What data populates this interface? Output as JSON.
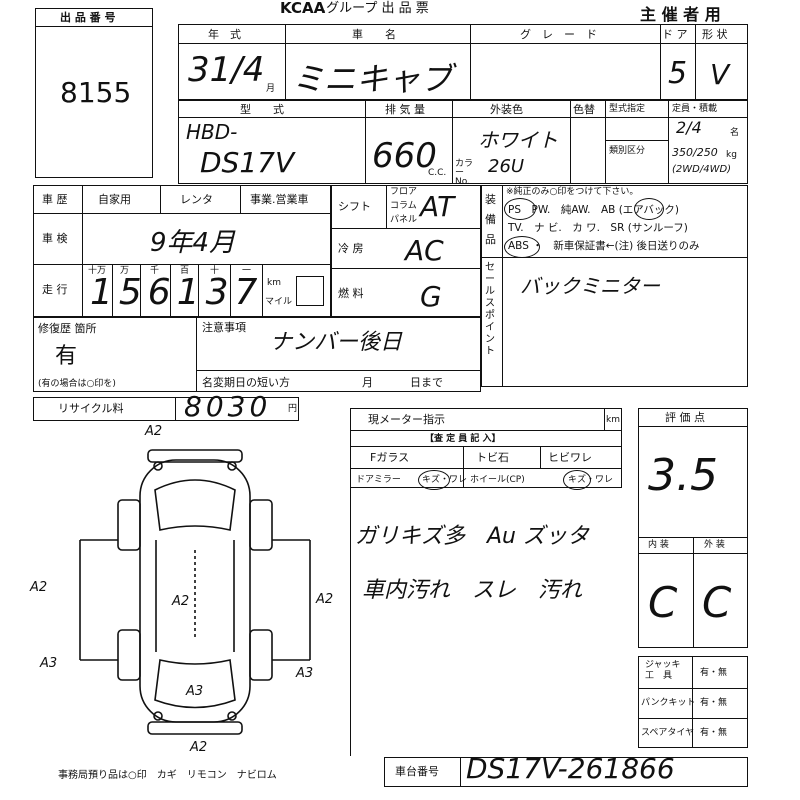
{
  "header": {
    "lot_label": "出 品 番 号",
    "lot_number": "8155",
    "brand": "KCAA",
    "sheet_title": ".グループ 出 品 票",
    "organizer": "主 催 者 用"
  },
  "car": {
    "year_label": "年　式",
    "year_value": "31/4",
    "month_unit": "月",
    "name_label": "車　　名",
    "name_value": "ミニキャブ",
    "grade_label": "グ　レ　ー　ド",
    "door_label": "ド ア",
    "door_value": "5",
    "body_label": "形 状",
    "body_value": "V",
    "model_label": "型　　式",
    "model_value_1": "HBD-",
    "model_value_2": "DS17V",
    "disp_label": "排 気 量",
    "disp_value": "660",
    "cc_unit": "C.C.",
    "color_label": "外装色",
    "color_value": "ホワイト",
    "color_no_label": "カラー No.",
    "color_no_value": "26U",
    "color_change_label": "色替",
    "type_spec_label": "型式指定",
    "category_label": "類別区分",
    "capacity_label": "定員・積載",
    "capacity_value": "2/4",
    "capacity_unit": "名",
    "load_value": "350/250",
    "load_unit": "kg",
    "load_note": "(2WD/4WD)"
  },
  "history": {
    "label": "車 歴",
    "options": [
      "自家用",
      "レンタ",
      "事業.営業車"
    ],
    "inspection_label": "車 検",
    "inspection_value": "9年4月",
    "mileage_label": "走 行",
    "digit_heads": [
      "十万",
      "万",
      "千",
      "百",
      "十",
      "一"
    ],
    "mileage_value": "156137",
    "km_unit": "km",
    "mile_unit": "マイル"
  },
  "drive": {
    "shift_label": "シフト",
    "shift_options": [
      "フロア",
      "コラム",
      "パネル"
    ],
    "shift_value": "AT",
    "ac_label": "冷 房",
    "ac_value": "AC",
    "fuel_label": "燃 料",
    "fuel_value": "G"
  },
  "equipment": {
    "label": "装 備 品",
    "note": "※純正のみ○印をつけて下さい。",
    "line1": "PS　PW.　純AW.　AB (エアバック)",
    "line2": "TV.　ナ ビ.　カ ワ.　SR (サンルーフ)",
    "line3": "ABS ・　新車保証書←(注) 後日送りのみ",
    "sales_label": "セールスポイント",
    "sales_value": "バックミニター"
  },
  "repair": {
    "label": "修復歴 箇所",
    "value": "有",
    "note": "(有の場合は○印を)",
    "caution_label": "注意事項",
    "caution_value": "ナンバー後日",
    "name_change_label": "名変期日の短い方",
    "month_label": "月",
    "day_label": "日まで",
    "recycle_label": "リサイクル料",
    "recycle_value": "8030",
    "yen_unit": "円"
  },
  "inspector": {
    "meter_label": "現メーター指示",
    "km_unit": "km",
    "section_label": "【査 定 員 記 入】",
    "glass_label": "Fガラス",
    "glass_chip": "トビ石",
    "glass_crack": "ヒビワレ",
    "mirror_label": "ドアミラー",
    "mirror_cond": "キズ・ワレ",
    "wheel_label": "ホイール(CP)",
    "wheel_cond": "キズ・ワレ",
    "note1": "ガリキズ多　Au ズッタ",
    "note2": "車内汚れ　スレ　汚れ"
  },
  "evaluation": {
    "score_label": "評 価 点",
    "score_value": "3.5",
    "interior_label": "内 装",
    "exterior_label": "外 装",
    "interior_value": "C",
    "exterior_value": "C"
  },
  "tools": {
    "jack_label": "ジャッキ 工　具",
    "jack_value": "有・無",
    "puncture_label": "パンクキット",
    "puncture_value": "有・無",
    "spare_label": "スペアタイヤ",
    "spare_value": "有・無"
  },
  "diagram": {
    "marks": [
      "A2",
      "A2",
      "A2",
      "A2",
      "A3",
      "A3",
      "A3",
      "A2"
    ]
  },
  "footer": {
    "office_note": "事務局預り品は○印　カギ　リモコン　ナビロム",
    "chassis_label": "車台番号",
    "chassis_value": "DS17V-261866"
  }
}
